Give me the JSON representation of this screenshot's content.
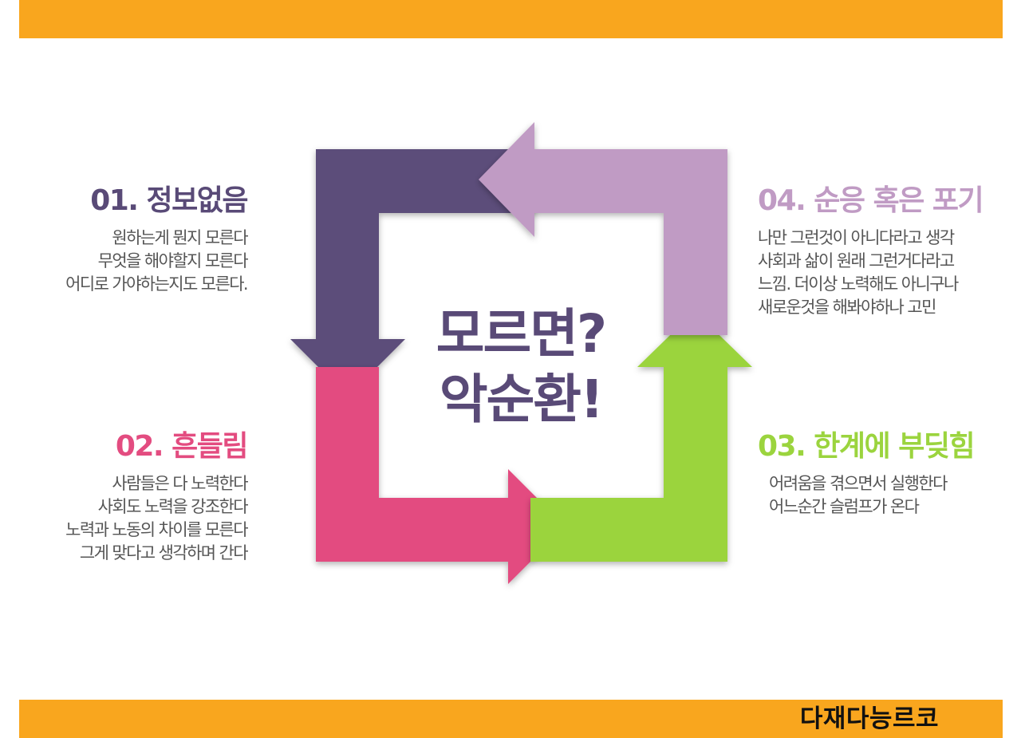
{
  "colors": {
    "bar": "#F9A61E",
    "purple_dark": "#5B4D7A",
    "purple_light": "#C09BC4",
    "pink": "#E34C80",
    "green": "#9BD43E",
    "center_text": "#594A77"
  },
  "center": {
    "line1": "모르면?",
    "line2": "악순환!"
  },
  "steps": [
    {
      "title": "01. 정보없음",
      "lines": [
        "원하는게 뭔지 모른다",
        "무엇을 해야할지 모른다",
        "어디로 가야하는지도 모른다."
      ]
    },
    {
      "title": "02. 흔들림",
      "lines": [
        "사람들은 다 노력한다",
        "사회도 노력을 강조한다",
        "노력과 노동의 차이를 모른다",
        "그게 맞다고 생각하며 간다"
      ]
    },
    {
      "title": "03. 한계에 부딪힘",
      "lines": [
        "어려움을 겪으면서 실행한다",
        "어느순간 슬럼프가 온다"
      ]
    },
    {
      "title": "04. 순응 혹은 포기",
      "lines": [
        "나만 그런것이 아니다라고 생각",
        "사회과 삶이 원래 그런거다라고",
        "느낌. 더이상 노력해도 아니구나",
        "새로운것을 해봐야하나 고민"
      ]
    }
  ],
  "footer": {
    "brand": "다재다능르코"
  }
}
